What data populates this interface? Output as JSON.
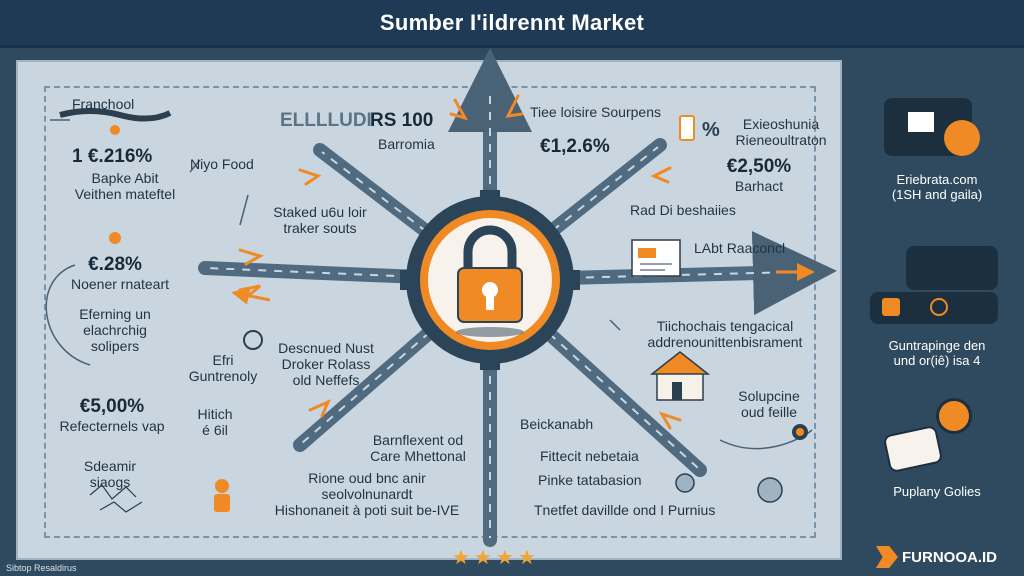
{
  "header": {
    "title": "Sumber I'ildrennt Market"
  },
  "center": {
    "icon": "padlock-icon"
  },
  "labels": {
    "franchool": "Franchool",
    "stat_top_left": "1 €.216%",
    "top_left_sub": "Bapke Abit\nVeithen mateftel",
    "niyo_food": "Niyo Food",
    "stat_mid_left": "€.28%",
    "noener": "Noener rnateart",
    "staked": "Staked u6u loir\ntraker souts",
    "eferning": "Eferning un\nelachrchig\nsolipers",
    "efri": "Efri\nGuntrenoly",
    "descnued": "Descnued Nust\nDroker Rolass\nold Neffefs",
    "stat_bottom_left": "€5,00%",
    "refecternels": "Refecternels vap",
    "hitich": "Hitich\né 6il",
    "sdeamir": "Sdeamir\nsiaogs",
    "top_banner_label": "ELLLLUDI",
    "rs_value": "RS 100",
    "barromia": "Barromia",
    "tiee": "Tiee loisire Sourpens",
    "stat_top_center_right": "€1,2.6%",
    "exieoshunia": "Exieoshunia\nRieneoultraton",
    "stat_top_right": "€2,50%",
    "barhact": "Barhact",
    "rad": "Rad Di beshaiies",
    "labt": "LAbt Raaconcl",
    "tiichochais": "Tiichochais tengacical\naddrenounittenbisrament",
    "solupcine": "Solupcine\noud feille",
    "barnflexent": "Barnflexent od\nCare Mhettonal",
    "beickanabh": "Beickanabh",
    "fittecit": "Fittecit nebetaia",
    "pinke": "Pinke tatabasion",
    "rione": "Rione oud bnc anir\nseolvolnunardt\nHishonaneit à poti suit be-IVE",
    "tnetfet": "Tnetfet davillde ond I Purnius"
  },
  "sidebar": {
    "item1": "Eriebrata.com\n(1SH and gaila)",
    "item2": "Guntrapinge den\nund or(iê) isa 4",
    "item3": "Puplany Golies"
  },
  "rating": {
    "stars": 4
  },
  "footer": {
    "credit": "Sibtop Resaldirus",
    "brand": "FURNOOA.ID"
  },
  "colors": {
    "accent": "#f08a24",
    "navy": "#1e3a55",
    "board": "#c9d6df",
    "spoke": "#506b80"
  }
}
